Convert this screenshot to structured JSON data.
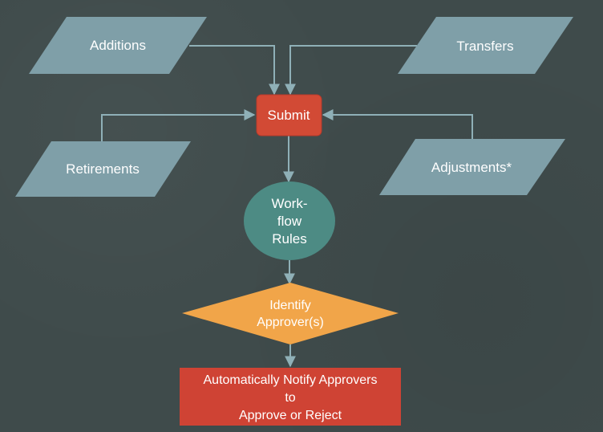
{
  "diagram": {
    "inputs": {
      "additions": "Additions",
      "transfers": "Transfers",
      "retirements": "Retirements",
      "adjustments": "Adjustments*"
    },
    "submit": "Submit",
    "workflow": [
      "Work-",
      "flow",
      "Rules"
    ],
    "identify": [
      "Identify",
      "Approver(s)"
    ],
    "notify": [
      "Automatically Notify Approvers",
      "to",
      "Approve or Reject"
    ]
  },
  "colors": {
    "background": "#3f4b4b",
    "input_shape": "#7f9fa8",
    "submit_box": "#d24a35",
    "workflow_circle": "#4d8b84",
    "identify_diamond": "#f1a549",
    "notify_box": "#cf4334",
    "connector": "#8fb0b7"
  }
}
